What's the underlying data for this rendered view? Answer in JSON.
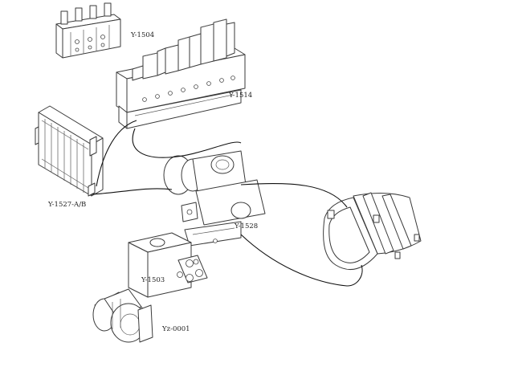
{
  "labels": {
    "y1504": "Y-1504",
    "y1514": "Y-1514",
    "y1527": "Y-1527-A/B",
    "y1528": "Y-1528",
    "y1503": "Y-1503",
    "yz0001": "Yz-0001"
  },
  "colors": {
    "line": "#3a3a3a",
    "hose": "#111111",
    "background": "#ffffff"
  }
}
